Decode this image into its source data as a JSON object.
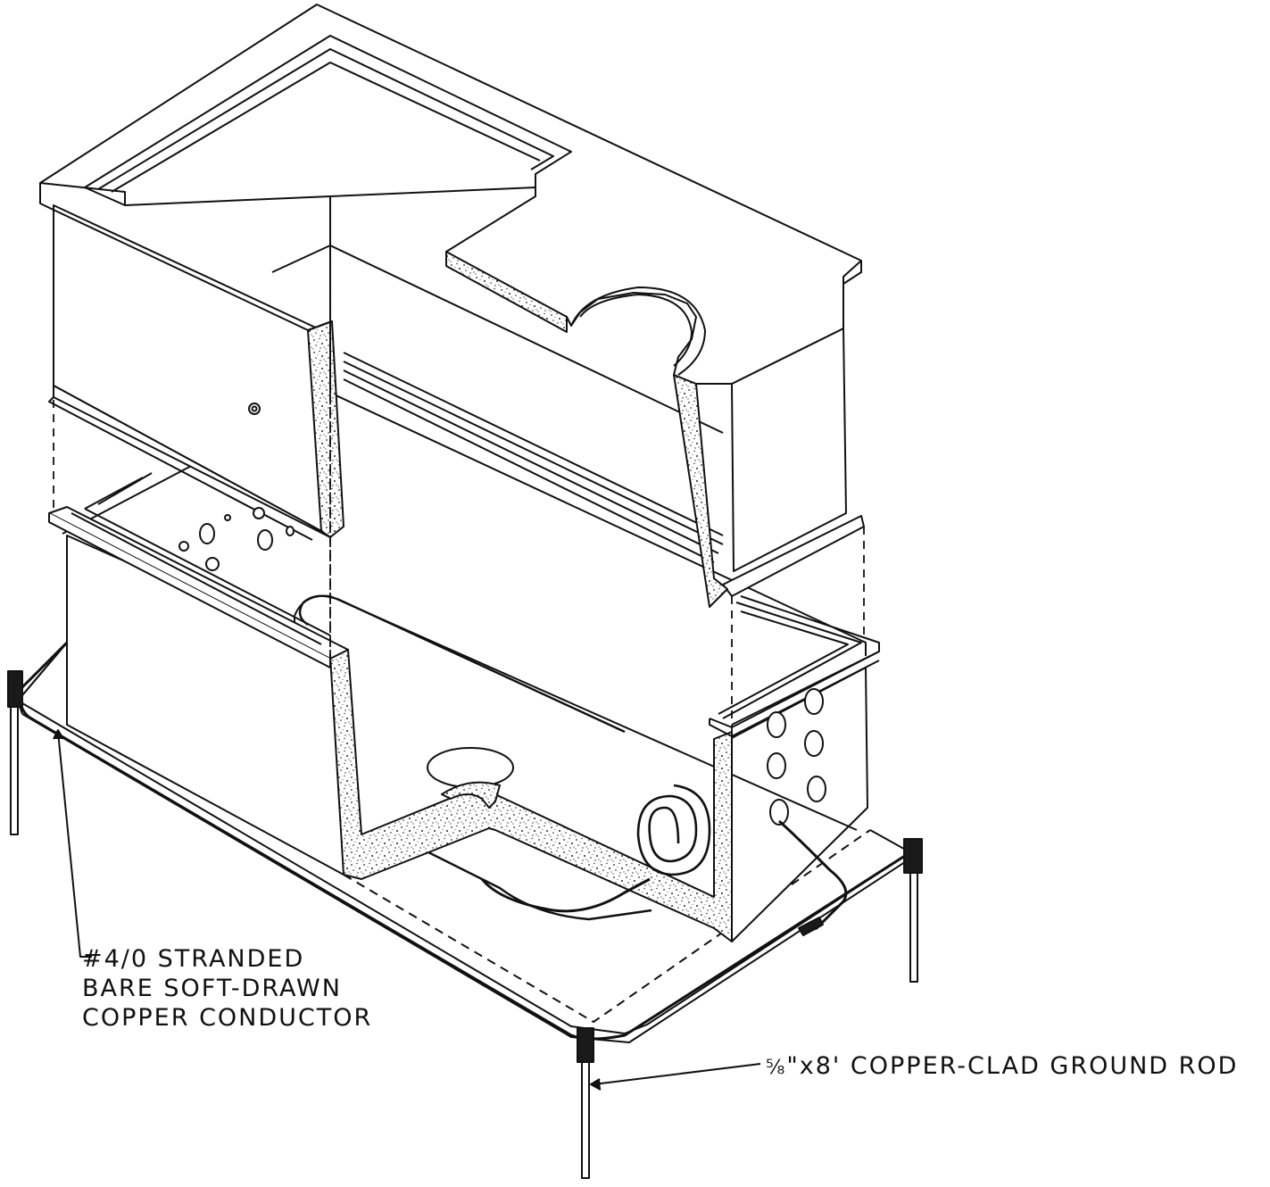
{
  "labels": {
    "conductor_line1": "#4/0 STRANDED",
    "conductor_line2": "BARE SOFT-DRAWN",
    "conductor_line3": "COPPER CONDUCTOR",
    "rod_fraction": "⅝",
    "rod_text": "\"x8' COPPER-CLAD GROUND ROD"
  },
  "colors": {
    "line": "#111111",
    "fill": "#ffffff",
    "clamp": "#1a1a1a"
  }
}
